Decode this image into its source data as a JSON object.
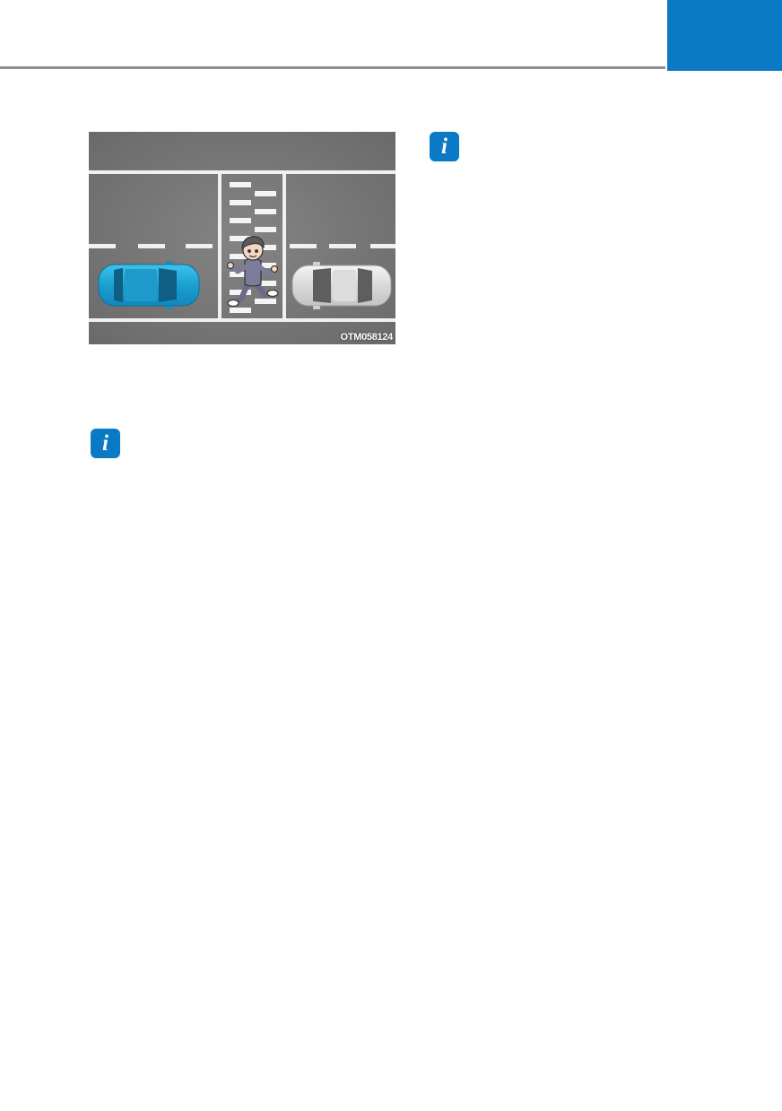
{
  "figure": {
    "code": "OTM058124",
    "colors": {
      "road": "#777777",
      "lane_marking": "#f2f2f2",
      "blue_car": "#1fa6d6",
      "white_car": "#e6e6e6"
    }
  },
  "icons": {
    "info_top": "i",
    "info_left": "i"
  },
  "colors": {
    "accent": "#0a79c6",
    "header_rule": "#8f8f8f"
  }
}
